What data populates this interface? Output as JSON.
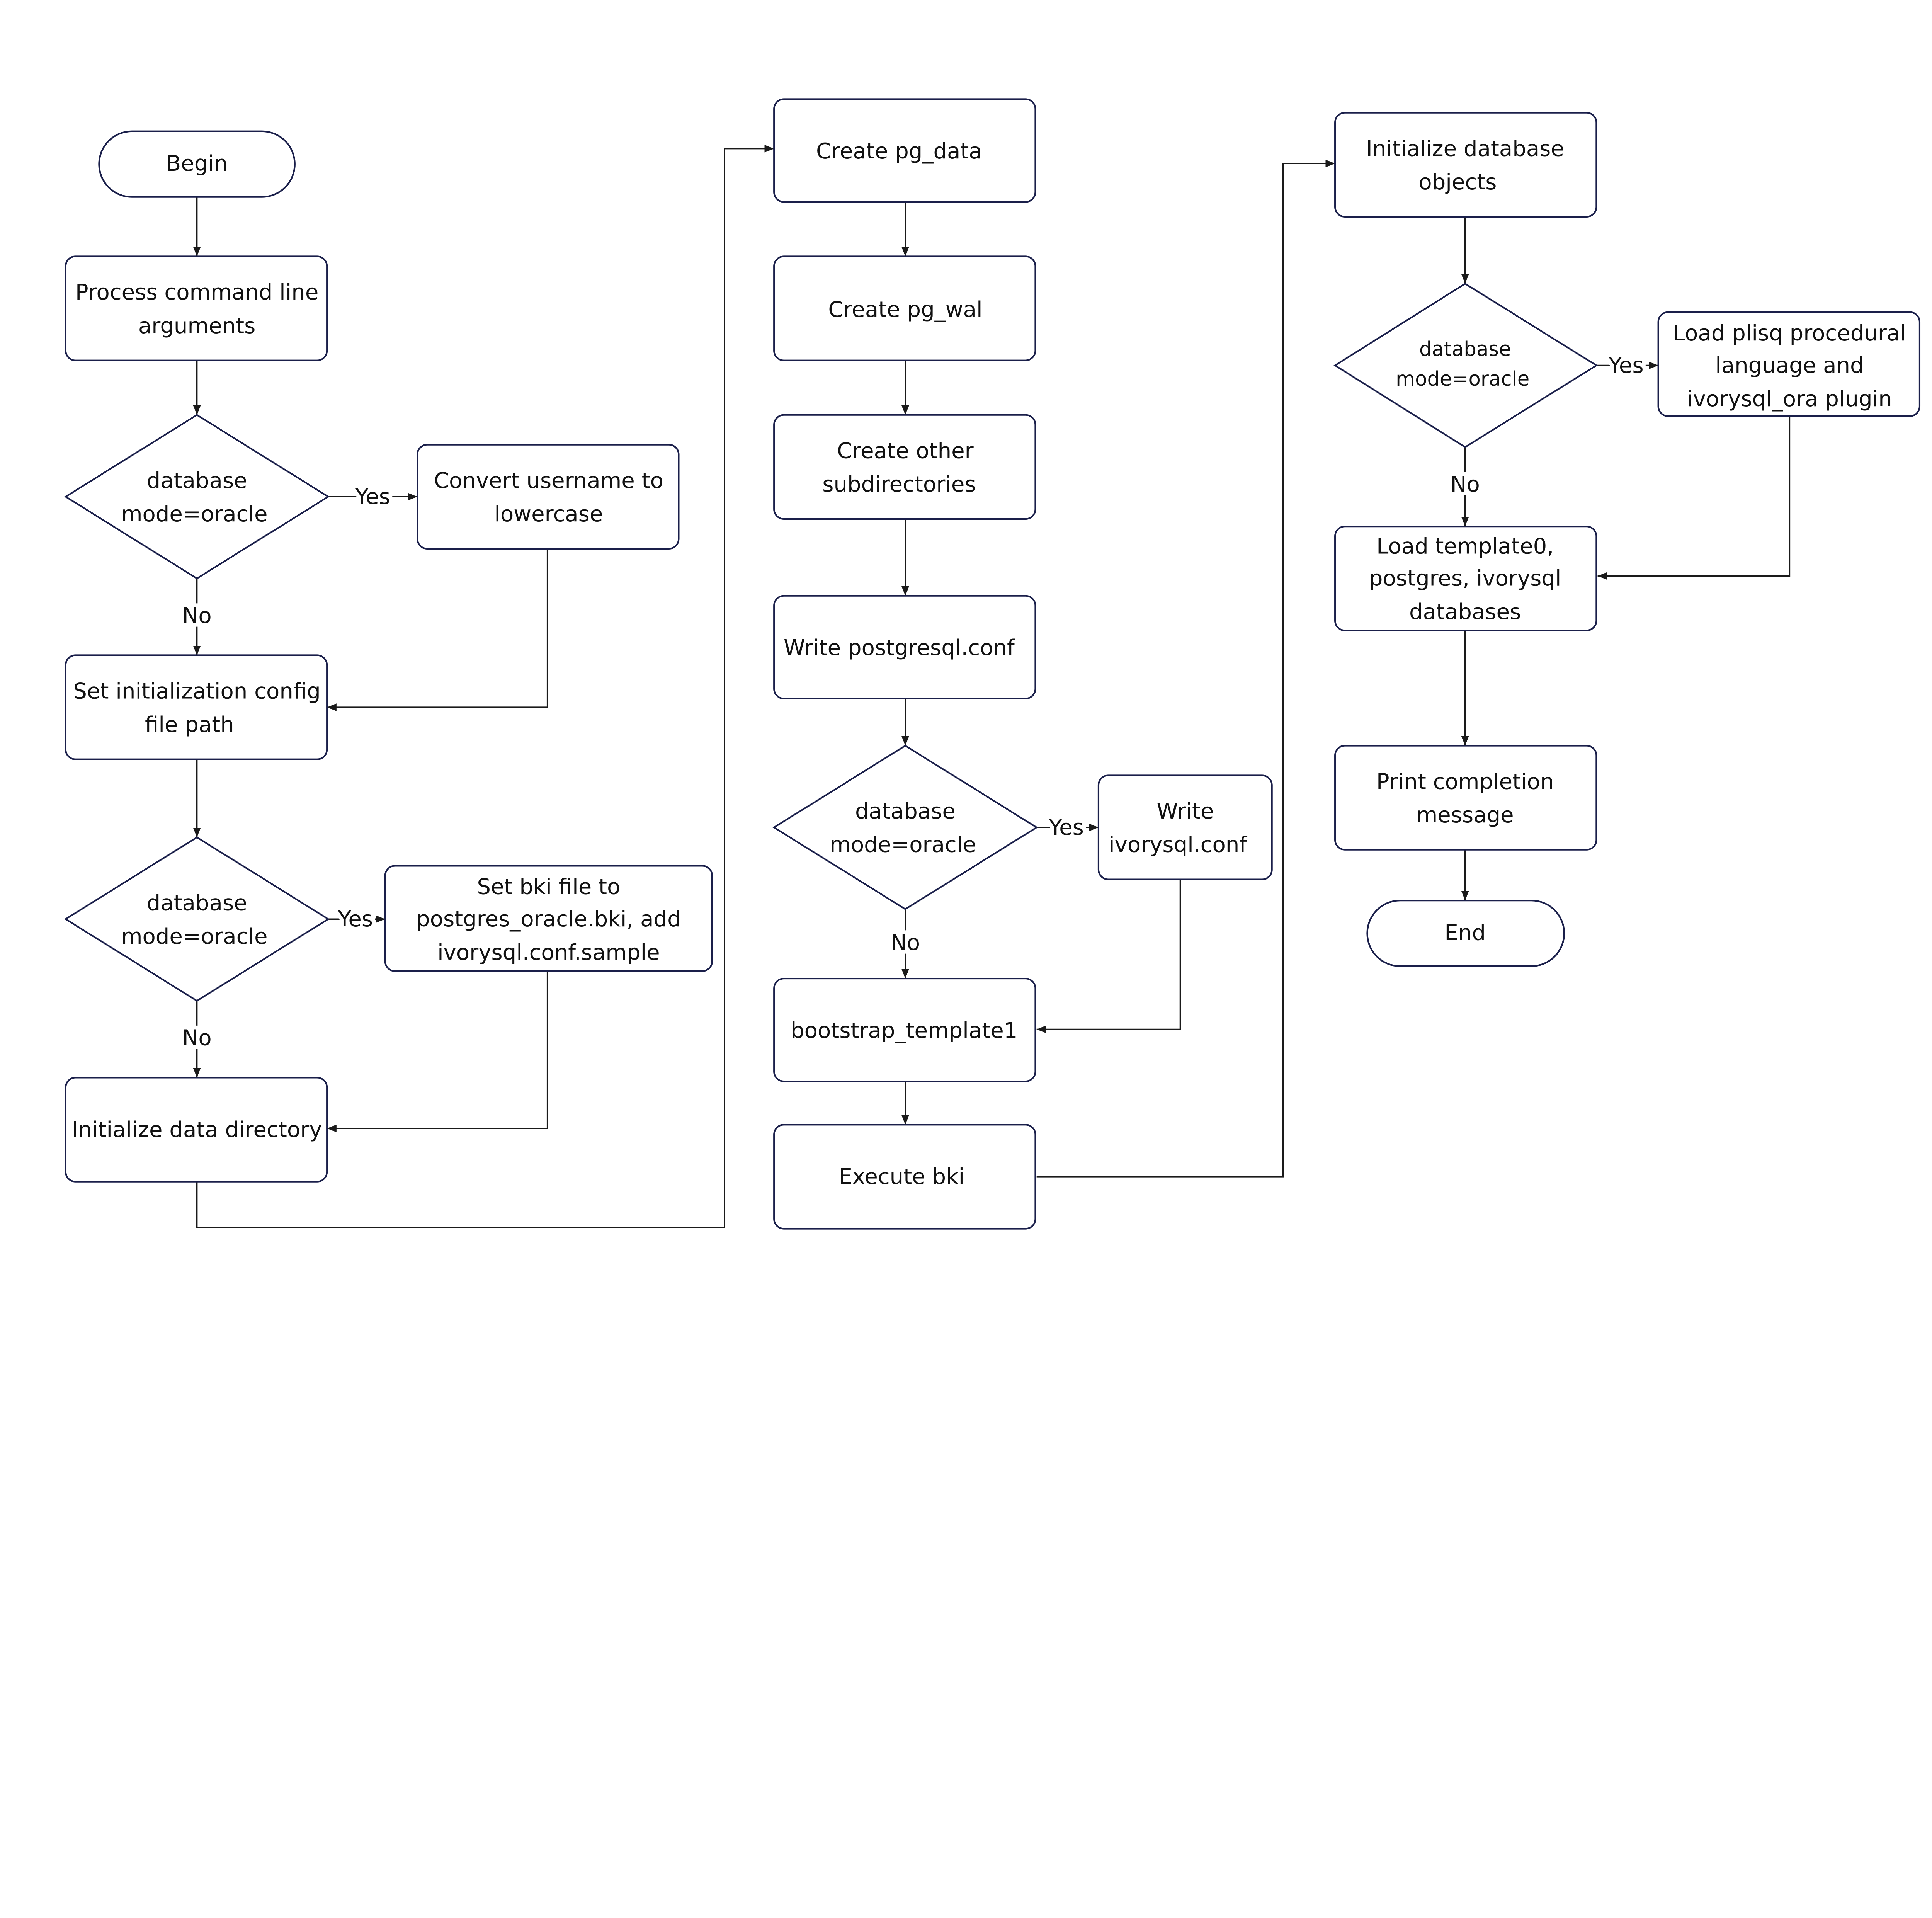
{
  "nodes": {
    "begin": "Begin",
    "process_args": [
      "Process command line",
      "arguments"
    ],
    "decision1": [
      "database",
      "mode=oracle"
    ],
    "convert_username": [
      "Convert username to",
      "lowercase"
    ],
    "set_config_path": [
      "Set initialization config",
      "file path"
    ],
    "decision2": [
      "database",
      "mode=oracle"
    ],
    "set_bki": [
      "Set bki file to",
      "postgres_oracle.bki, add",
      "ivorysql.conf.sample"
    ],
    "init_data_dir": "Initialize data directory",
    "create_pg_data": "Create pg_data",
    "create_pg_wal": "Create pg_wal",
    "create_other": [
      "Create other",
      "subdirectories"
    ],
    "write_postgresql_conf": "Write postgresql.conf",
    "decision3": [
      "database",
      "mode=oracle"
    ],
    "write_ivorysql_conf": [
      "Write",
      "ivorysql.conf"
    ],
    "bootstrap": "bootstrap_template1",
    "execute_bki": "Execute bki",
    "init_db_objects": [
      "Initialize database",
      "objects"
    ],
    "decision4": [
      "database",
      "mode=oracle"
    ],
    "load_plisql": [
      "Load plisq procedural",
      "language and",
      "ivorysql_ora plugin"
    ],
    "load_templates": [
      "Load template0,",
      "postgres, ivorysql",
      "databases"
    ],
    "print_completion": [
      "Print completion",
      "message"
    ],
    "end": "End"
  },
  "edge_labels": {
    "yes": "Yes",
    "no": "No"
  },
  "colors": {
    "shape_stroke": "#1a1f4a",
    "edge": "#1a1a1a"
  }
}
